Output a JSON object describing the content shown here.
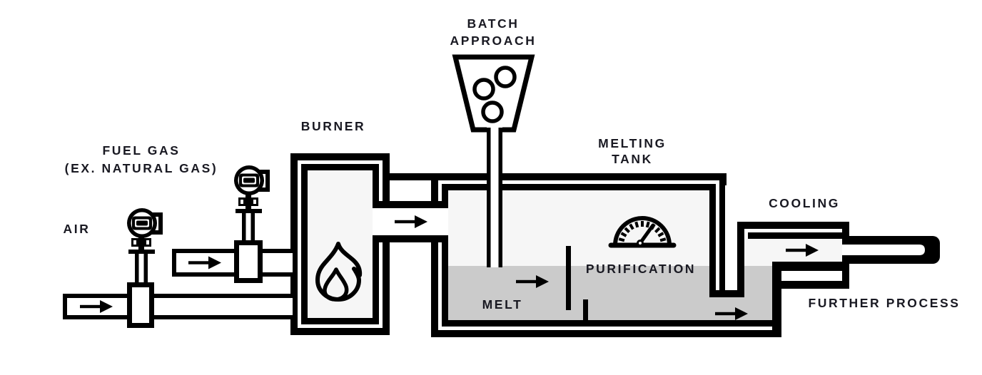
{
  "labels": {
    "air": "AIR",
    "fuel_gas_line1": "FUEL GAS",
    "fuel_gas_line2": "(EX. NATURAL GAS)",
    "burner": "BURNER",
    "batch_line1": "BATCH",
    "batch_line2": "APPROACH",
    "melting_tank_line1": "MELTING",
    "melting_tank_line2": "TANK",
    "cooling": "COOLING",
    "purification": "PURIFICATION",
    "melt": "MELT",
    "further_process": "FURTHER PROCESS"
  },
  "colors": {
    "stroke": "#000000",
    "label": "#191922",
    "vessel": "#f6f6f6",
    "melt": "#cbcbcb",
    "bg": "#ffffff"
  },
  "icons": {
    "flame": "burner-flame",
    "gauge": "semicircular-gauge-with-needle",
    "flow_meter": "flow-meter-with-round-display",
    "hopper": "batch-feed-hopper-with-pellets",
    "flow_arrow": "→"
  },
  "flow_arrows": [
    "air-inlet",
    "fuel-inlet",
    "burner-to-tank",
    "melt-forward",
    "melt-outlet",
    "cooling-forward"
  ]
}
